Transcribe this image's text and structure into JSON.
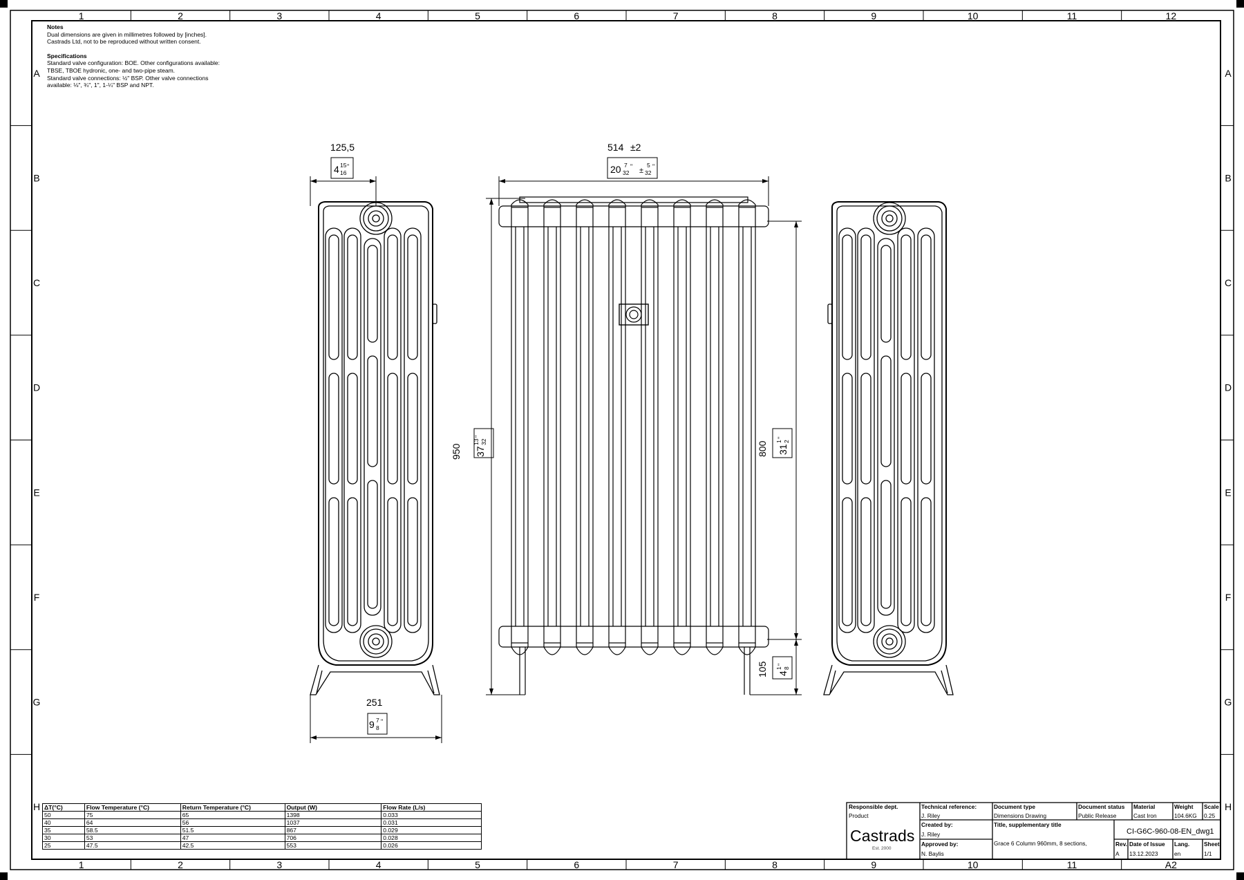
{
  "frame": {
    "columns": [
      "1",
      "2",
      "3",
      "4",
      "5",
      "6",
      "7",
      "8",
      "9",
      "10",
      "11",
      "12"
    ],
    "rows": [
      "A",
      "B",
      "C",
      "D",
      "E",
      "F",
      "G",
      "H"
    ],
    "bottom_right_cell": "A2"
  },
  "notes": {
    "heading": "Notes",
    "lines": [
      "Dual dimensions are given in millimetres followed by [inches].",
      "Castrads Ltd, not to be reproduced without written consent."
    ],
    "spec_heading": "Specifications",
    "spec_lines": [
      "Standard valve configuration: BOE. Other configurations available:",
      "TBSE, TBOE hydronic, one- and two-pipe steam.",
      "Standard valve connections: ½\" BSP. Other valve connections",
      "available: ⅛\", ¾\", 1\", 1-¼\" BSP and NPT."
    ]
  },
  "dimensions": {
    "depth_top_mm": "125,5",
    "depth_top_in_whole": "4",
    "depth_top_in_num": "15",
    "depth_top_in_den": "16",
    "width_mm": "514",
    "width_tol_mm": "±2",
    "width_in_whole": "20",
    "width_in_num": "7",
    "width_in_den": "32",
    "width_tol_in_num": "5",
    "width_tol_in_den": "32",
    "height_mm": "950",
    "height_in_whole": "37",
    "height_in_num": "13",
    "height_in_den": "32",
    "centres_mm": "800",
    "centres_in_whole": "31",
    "centres_in_num": "1",
    "centres_in_den": "2",
    "floor_mm": "105",
    "floor_in_whole": "4",
    "floor_in_num": "1",
    "floor_in_den": "8",
    "foot_mm": "251",
    "foot_in_whole": "9",
    "foot_in_num": "7",
    "foot_in_den": "8"
  },
  "output_table": {
    "headers": [
      "ΔT(°C)",
      "Flow Temperature (°C)",
      "Return Temperature (°C)",
      "Output (W)",
      "Flow Rate (L/s)"
    ],
    "rows": [
      [
        "50",
        "75",
        "65",
        "1398",
        "0.033"
      ],
      [
        "40",
        "64",
        "56",
        "1037",
        "0.031"
      ],
      [
        "35",
        "58.5",
        "51.5",
        "867",
        "0.029"
      ],
      [
        "30",
        "53",
        "47",
        "706",
        "0.028"
      ],
      [
        "25",
        "47.5",
        "42.5",
        "553",
        "0.026"
      ]
    ]
  },
  "title_block": {
    "responsible_dept_label": "Responsible dept.",
    "responsible_dept": "Product",
    "technical_reference_label": "Technical reference:",
    "technical_reference": "J. Riley",
    "document_type_label": "Document type",
    "document_type": "Dimensions Drawing",
    "document_status_label": "Document status",
    "document_status": "Public Release",
    "material_label": "Material",
    "material": "Cast Iron",
    "weight_label": "Weight",
    "weight": "104.6KG",
    "scale_label": "Scale",
    "scale": "0.25",
    "created_by_label": "Created by:",
    "created_by": "J. Riley",
    "approved_by_label": "Approved by:",
    "approved_by": "N. Baylis",
    "title_label": "Title, supplementary title",
    "title": "Grace 6 Column 960mm, 8 sections,",
    "document_number": "CI-G6C-960-08-EN_dwg1",
    "rev_label": "Rev.",
    "rev": "A",
    "date_label": "Date of Issue",
    "date": "13.12.2023",
    "lang_label": "Lang.",
    "lang": "en",
    "sheet_label": "Sheet",
    "sheet": "1/1",
    "company": "Castrads",
    "company_est": "Est. 2000"
  }
}
